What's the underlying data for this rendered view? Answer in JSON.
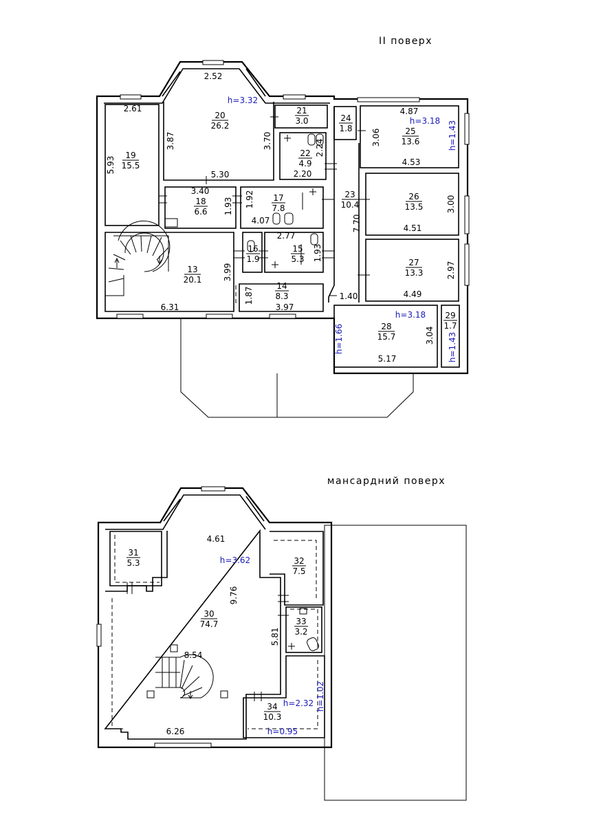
{
  "floors": [
    {
      "title": "II поверх",
      "rooms": [
        {
          "num": "13",
          "area": "20.1"
        },
        {
          "num": "14",
          "area": "8.3"
        },
        {
          "num": "15",
          "area": "5.3"
        },
        {
          "num": "16",
          "area": "1.9"
        },
        {
          "num": "17",
          "area": "7.8"
        },
        {
          "num": "18",
          "area": "6.6"
        },
        {
          "num": "19",
          "area": "15.5"
        },
        {
          "num": "20",
          "area": "26.2"
        },
        {
          "num": "21",
          "area": "3.0"
        },
        {
          "num": "22",
          "area": "4.9"
        },
        {
          "num": "23",
          "area": "10.4"
        },
        {
          "num": "24",
          "area": "1.8"
        },
        {
          "num": "25",
          "area": "13.6"
        },
        {
          "num": "26",
          "area": "13.5"
        },
        {
          "num": "27",
          "area": "13.3"
        },
        {
          "num": "28",
          "area": "15.7"
        },
        {
          "num": "29",
          "area": "1.7"
        }
      ],
      "dimensions": [
        "2.52",
        "2.61",
        "3.87",
        "3.70",
        "5.93",
        "5.30",
        "3.40",
        "1.93",
        "1.92",
        "4.07",
        "2.24",
        "2.20",
        "4.87",
        "3.06",
        "4.53",
        "3.00",
        "4.51",
        "7.70",
        "2.77",
        "1.93",
        "3.99",
        "1.87",
        "3.97",
        "6.31",
        "2.97",
        "4.49",
        "1.40",
        "3.04",
        "5.17"
      ],
      "heights": [
        "h=3.32",
        "h=3.18",
        "h=1.43",
        "h=3.18",
        "h=1.66",
        "h=1.43"
      ]
    },
    {
      "title": "мансардний поверх",
      "rooms": [
        {
          "num": "30",
          "area": "74.7"
        },
        {
          "num": "31",
          "area": "5.3"
        },
        {
          "num": "32",
          "area": "7.5"
        },
        {
          "num": "33",
          "area": "3.2"
        },
        {
          "num": "34",
          "area": "10.3"
        }
      ],
      "dimensions": [
        "4.61",
        "9.76",
        "5.81",
        "8.54",
        "6.26"
      ],
      "heights": [
        "h=3.62",
        "h=2.32",
        "h=1.02",
        "h=0.95"
      ]
    }
  ]
}
